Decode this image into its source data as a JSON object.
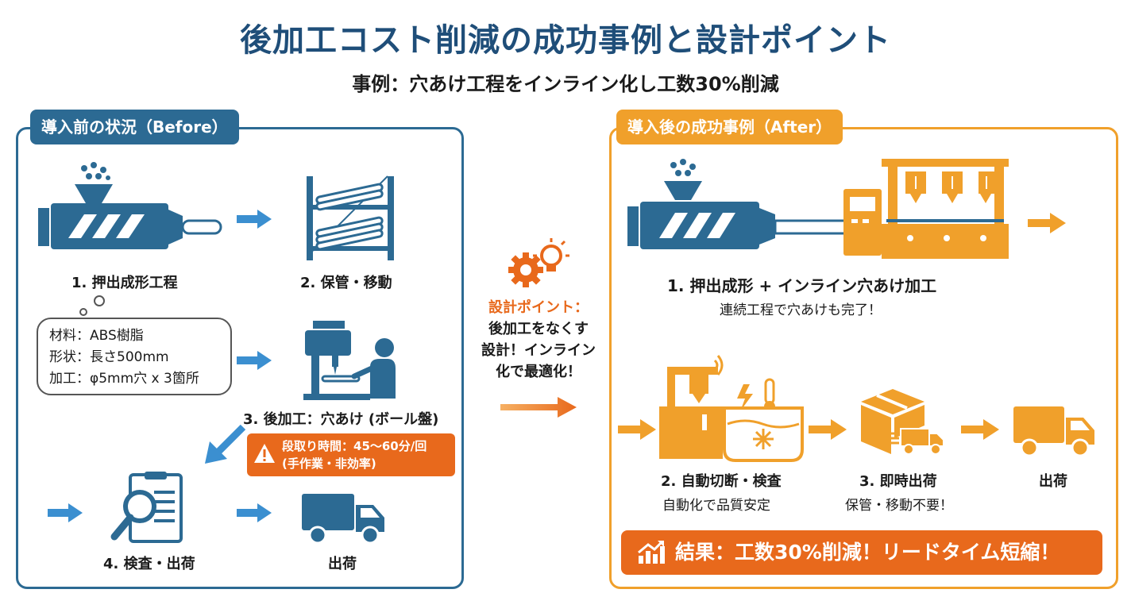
{
  "header": {
    "title": "後加工コスト削減の成功事例と設計ポイント",
    "subtitle": "事例：穴あけ工程をインライン化し工数30%削減"
  },
  "before": {
    "tab": "導入前の状況（Before）",
    "steps": [
      {
        "label": "1. 押出成形工程",
        "icon": "extruder-icon"
      },
      {
        "label": "2. 保管・移動",
        "icon": "storage-rack-icon"
      },
      {
        "label": "3. 後加工：穴あけ (ボール盤)",
        "icon": "drill-press-worker-icon"
      },
      {
        "label": "4. 検査・出荷",
        "icon": "inspection-clipboard-icon"
      },
      {
        "label": "出荷",
        "icon": "truck-icon"
      }
    ],
    "spec": [
      "材料：ABS樹脂",
      "形状：長さ500mm",
      "加工：φ5mm穴 x 3箇所"
    ],
    "warning": {
      "line1": "段取り時間：45〜60分/回",
      "line2": "(手作業・非効率)",
      "icon": "warning-icon"
    }
  },
  "design_point": {
    "head": "設計ポイント：",
    "lines": [
      "後加工をなくす",
      "設計！インライン",
      "化で最適化！"
    ],
    "icon": "gear-lightbulb-icon"
  },
  "after": {
    "tab": "導入後の成功事例（After）",
    "step1": {
      "label": "1. 押出成形 + インライン穴あけ加工",
      "sub": "連続工程で穴あけも完了！",
      "icon": "extruder-inline-drill-icon"
    },
    "step2": {
      "label": "2. 自動切断・検査",
      "sub": "自動化で品質安定",
      "icon": "auto-cut-inspect-icon"
    },
    "step3": {
      "label": "3. 即時出荷",
      "sub": "保管・移動不要！",
      "icon": "box-delivery-icon"
    },
    "step4": {
      "label": "出荷",
      "icon": "truck-icon"
    },
    "result": {
      "text": "結果：工数30%削減！リードタイム短縮！",
      "icon": "growth-chart-icon"
    }
  },
  "colors": {
    "navy": "#1f4e79",
    "blue": "#2c6a93",
    "orange": "#f0a02b",
    "deep_orange": "#e8691c",
    "arrow_blue": "#3b8fd0"
  }
}
